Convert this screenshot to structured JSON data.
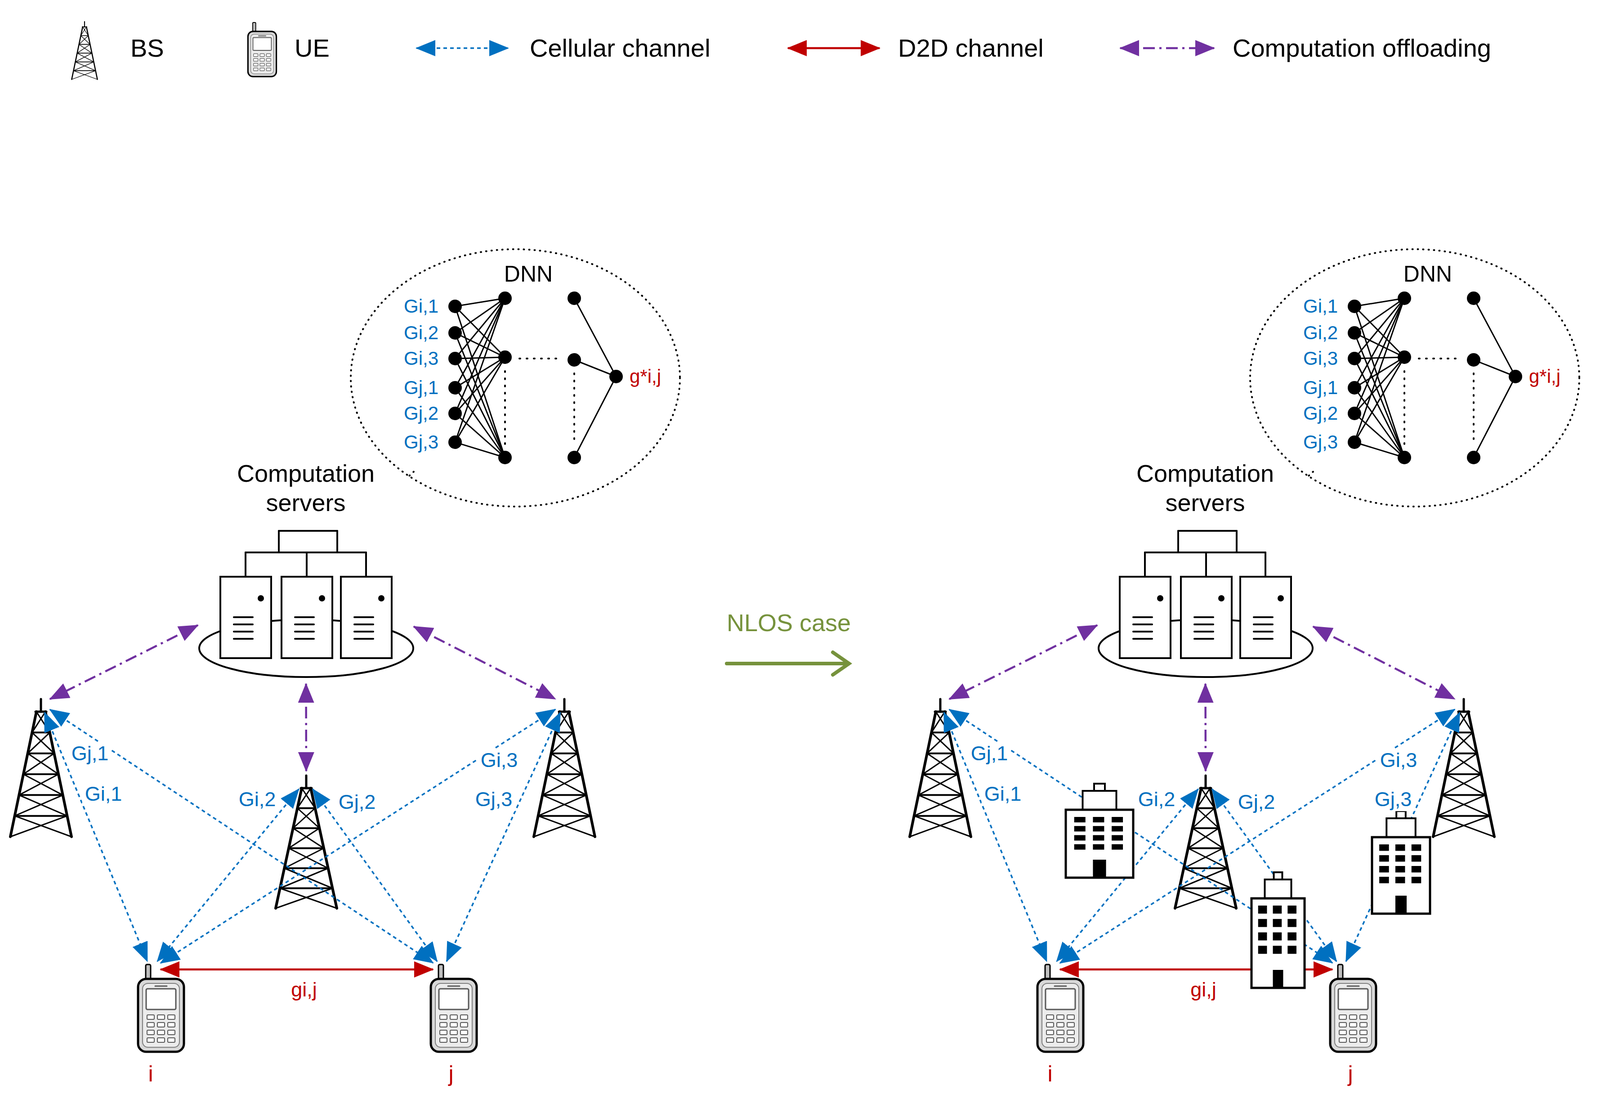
{
  "diagram": {
    "nodes": [
      {
        "text": [
          "DNN",
          "Gi,1",
          "Gi,2",
          "Gi,3",
          "Gj,1",
          "Gj,2",
          "Gj,3",
          "g*i,j"
        ]
      },
      {
        "text": [
          "Computation servers"
        ]
      },
      {
        "text": []
      },
      {
        "text": []
      },
      {
        "text": []
      },
      {
        "text": [
          "i"
        ]
      },
      {
        "text": [
          "j"
        ]
      },
      {
        "text": [
          "DNN",
          "Gi,1",
          "Gi,2",
          "Gi,3",
          "Gj,1",
          "Gj,2",
          "Gj,3",
          "g*i,j"
        ]
      },
      {
        "text": [
          "Computation servers"
        ]
      },
      {
        "text": []
      },
      {
        "text": []
      },
      {
        "text": []
      },
      {
        "text": [
          "i"
        ]
      },
      {
        "text": [
          "j"
        ]
      }
    ],
    "edges": [
      {
        "from": 1,
        "to": 0,
        "arrow": "none"
      },
      {
        "from": 1,
        "to": 2,
        "arrow": "both"
      },
      {
        "from": 1,
        "to": 3,
        "arrow": "both"
      },
      {
        "from": 1,
        "to": 4,
        "arrow": "both"
      },
      {
        "from": 2,
        "to": 5,
        "arrow": "both",
        "label": "Gi,1"
      },
      {
        "from": 2,
        "to": 6,
        "arrow": "both",
        "label": "Gj,1"
      },
      {
        "from": 3,
        "to": 5,
        "arrow": "both",
        "label": "Gi,2"
      },
      {
        "from": 3,
        "to": 6,
        "arrow": "both",
        "label": "Gj,2"
      },
      {
        "from": 4,
        "to": 5,
        "arrow": "both",
        "label": "Gi,3"
      },
      {
        "from": 4,
        "to": 6,
        "arrow": "both",
        "label": "Gj,3"
      },
      {
        "from": 5,
        "to": 6,
        "arrow": "both",
        "label": "gi,j"
      },
      {
        "from": 8,
        "to": 7,
        "arrow": "none"
      },
      {
        "from": 8,
        "to": 9,
        "arrow": "both"
      },
      {
        "from": 8,
        "to": 10,
        "arrow": "both"
      },
      {
        "from": 8,
        "to": 11,
        "arrow": "both"
      },
      {
        "from": 9,
        "to": 12,
        "arrow": "both",
        "label": "Gi,1"
      },
      {
        "from": 9,
        "to": 13,
        "arrow": "both",
        "label": "Gj,1"
      },
      {
        "from": 10,
        "to": 12,
        "arrow": "both",
        "label": "Gi,2"
      },
      {
        "from": 10,
        "to": 13,
        "arrow": "both",
        "label": "Gj,2"
      },
      {
        "from": 11,
        "to": 12,
        "arrow": "both",
        "label": "Gi,3"
      },
      {
        "from": 11,
        "to": 13,
        "arrow": "both",
        "label": "Gj,3"
      },
      {
        "from": 12,
        "to": 13,
        "arrow": "both",
        "label": "gi,j"
      }
    ],
    "labels": [
      "NLOS case"
    ],
    "legend": [
      {
        "text": "BS"
      },
      {
        "text": "UE"
      },
      {
        "text": "Cellular channel"
      },
      {
        "text": "D2D channel"
      },
      {
        "text": "Computation offloading"
      }
    ]
  }
}
